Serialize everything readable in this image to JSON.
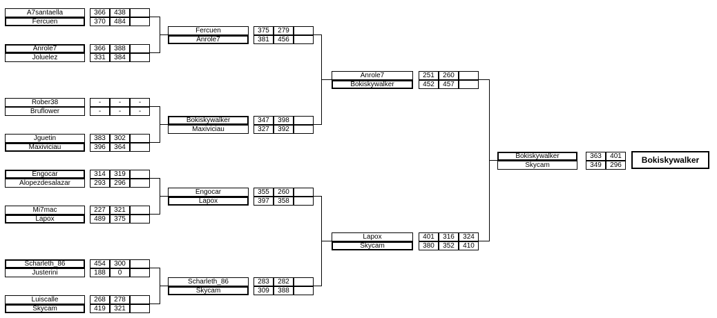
{
  "matches": [
    {
      "id": "r1m1",
      "players": [
        {
          "name": "A7santaella",
          "scores": [
            "366",
            "438",
            ""
          ]
        },
        {
          "name": "Fercuen",
          "scores": [
            "370",
            "484",
            ""
          ]
        }
      ]
    },
    {
      "id": "r1m2",
      "players": [
        {
          "name": "Anrole7",
          "scores": [
            "366",
            "388",
            ""
          ]
        },
        {
          "name": "Joluelez",
          "scores": [
            "331",
            "384",
            ""
          ]
        }
      ]
    },
    {
      "id": "r1m3",
      "players": [
        {
          "name": "Rober38",
          "scores": [
            "-",
            "-",
            "-"
          ]
        },
        {
          "name": "Bruflower",
          "scores": [
            "-",
            "-",
            "-"
          ]
        }
      ]
    },
    {
      "id": "r1m4",
      "players": [
        {
          "name": "Jguetin",
          "scores": [
            "383",
            "302",
            ""
          ]
        },
        {
          "name": "Maxiviciau",
          "scores": [
            "396",
            "364",
            ""
          ]
        }
      ]
    },
    {
      "id": "r1m5",
      "players": [
        {
          "name": "Engocar",
          "scores": [
            "314",
            "319",
            ""
          ]
        },
        {
          "name": "Alopezdesalazar",
          "scores": [
            "293",
            "296",
            ""
          ]
        }
      ]
    },
    {
      "id": "r1m6",
      "players": [
        {
          "name": "Mi7mac",
          "scores": [
            "227",
            "321",
            ""
          ]
        },
        {
          "name": "Lapox",
          "scores": [
            "489",
            "375",
            ""
          ]
        }
      ]
    },
    {
      "id": "r1m7",
      "players": [
        {
          "name": "Scharleth_86",
          "scores": [
            "454",
            "300",
            ""
          ]
        },
        {
          "name": "Justerini",
          "scores": [
            "188",
            "0",
            ""
          ]
        }
      ]
    },
    {
      "id": "r1m8",
      "players": [
        {
          "name": "Luiscalle",
          "scores": [
            "268",
            "278",
            ""
          ]
        },
        {
          "name": "Skycam",
          "scores": [
            "419",
            "321",
            ""
          ]
        }
      ]
    },
    {
      "id": "r2m1",
      "players": [
        {
          "name": "Fercuen",
          "scores": [
            "375",
            "279",
            ""
          ]
        },
        {
          "name": "Anrole7",
          "scores": [
            "381",
            "456",
            ""
          ]
        }
      ]
    },
    {
      "id": "r2m2",
      "players": [
        {
          "name": "Bokiskywalker",
          "scores": [
            "347",
            "398",
            ""
          ]
        },
        {
          "name": "Maxiviciau",
          "scores": [
            "327",
            "392",
            ""
          ]
        }
      ]
    },
    {
      "id": "r2m3",
      "players": [
        {
          "name": "Engocar",
          "scores": [
            "355",
            "260",
            ""
          ]
        },
        {
          "name": "Lapox",
          "scores": [
            "397",
            "358",
            ""
          ]
        }
      ]
    },
    {
      "id": "r2m4",
      "players": [
        {
          "name": "Scharleth_86",
          "scores": [
            "283",
            "282",
            ""
          ]
        },
        {
          "name": "Skycam",
          "scores": [
            "309",
            "388",
            ""
          ]
        }
      ]
    },
    {
      "id": "r3m1",
      "players": [
        {
          "name": "Anrole7",
          "scores": [
            "251",
            "260",
            ""
          ]
        },
        {
          "name": "Bokiskywalker",
          "scores": [
            "452",
            "457",
            ""
          ]
        }
      ]
    },
    {
      "id": "r3m2",
      "players": [
        {
          "name": "Lapox",
          "scores": [
            "401",
            "316",
            "324"
          ]
        },
        {
          "name": "Skycam",
          "scores": [
            "380",
            "352",
            "410"
          ]
        }
      ]
    },
    {
      "id": "final",
      "players": [
        {
          "name": "Bokiskywalker",
          "scores": [
            "363",
            "401"
          ]
        },
        {
          "name": "Skycam",
          "scores": [
            "349",
            "296"
          ]
        }
      ]
    }
  ],
  "champion": "Bokiskywalker"
}
